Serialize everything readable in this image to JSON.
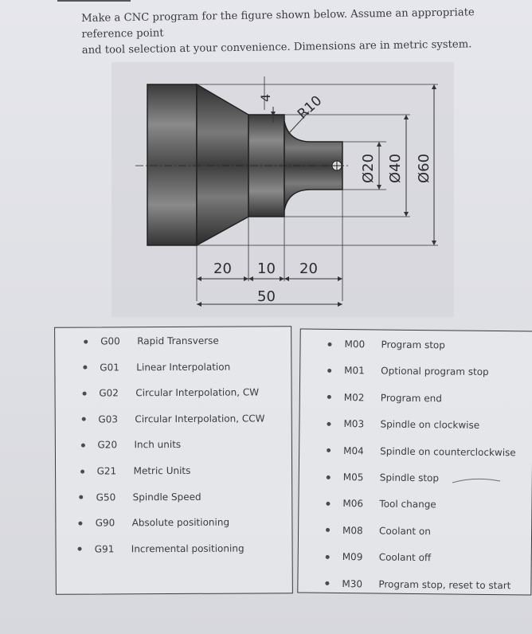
{
  "prompt": {
    "line1": "Make a CNC program for the figure shown below. Assume an appropriate reference point",
    "line2": "and tool selection at your convenience. Dimensions are in metric system."
  },
  "drawing": {
    "dim_d20": "Ø20",
    "dim_d40": "Ø40",
    "dim_d60": "Ø60",
    "dim_r10": "R10",
    "dim_4": "4",
    "dim_20a": "20",
    "dim_10": "10",
    "dim_20b": "20",
    "dim_50": "50"
  },
  "g_codes": [
    {
      "code": "G00",
      "desc": "Rapid Transverse"
    },
    {
      "code": "G01",
      "desc": "Linear Interpolation"
    },
    {
      "code": "G02",
      "desc": "Circular Interpolation, CW"
    },
    {
      "code": "G03",
      "desc": "Circular Interpolation,  CCW"
    },
    {
      "code": "G20",
      "desc": "Inch units"
    },
    {
      "code": "G21",
      "desc": "Metric Units"
    },
    {
      "code": "G50",
      "desc": "Spindle Speed"
    },
    {
      "code": "G90",
      "desc": "Absolute positioning"
    },
    {
      "code": "G91",
      "desc": "Incremental positioning"
    }
  ],
  "m_codes": [
    {
      "code": "M00",
      "desc": "Program stop"
    },
    {
      "code": "M01",
      "desc": "Optional program stop"
    },
    {
      "code": "M02",
      "desc": "Program end"
    },
    {
      "code": "M03",
      "desc": "Spindle on clockwise"
    },
    {
      "code": "M04",
      "desc": "Spindle on counterclockwise"
    },
    {
      "code": "M05",
      "desc": "Spindle stop"
    },
    {
      "code": "M06",
      "desc": "Tool change"
    },
    {
      "code": "M08",
      "desc": "Coolant on"
    },
    {
      "code": "M09",
      "desc": "Coolant off"
    },
    {
      "code": "M30",
      "desc": "Program stop, reset to start"
    }
  ]
}
